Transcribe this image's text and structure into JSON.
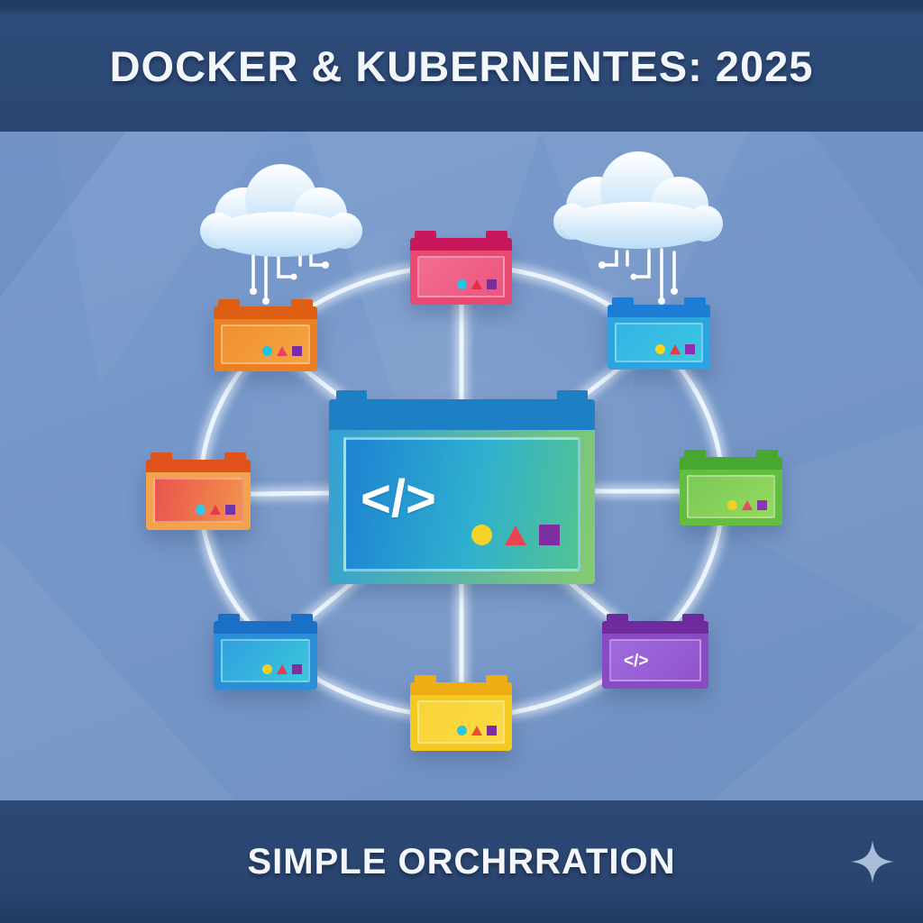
{
  "header": {
    "title": "DOCKER & KUBERNENTES: 2025"
  },
  "footer": {
    "subtitle": "SIMPLE ORCHRRATION",
    "sparkle_icon": "four-point-star"
  },
  "colors": {
    "banner_navy": "#2b4671",
    "background_blue": "#7596c8",
    "connector_white": "#ffffff",
    "cloud_light": "#eaf5fd"
  },
  "icons": {
    "cloud_left": "cloud-icon",
    "cloud_right": "cloud-icon",
    "circuit_traces": "circuit-lines-with-dots",
    "sparkle": "four-point-star-icon"
  },
  "diagram": {
    "topology": "central hub container connected by 8 glowing spokes and an outer glowing ring to 8 container nodes",
    "center_node": {
      "name": "central-container",
      "code_glyph": "</>",
      "bar_color": "#1d7fc4",
      "body_gradient": [
        "#2f9fd8",
        "#86cb70"
      ],
      "shapes": [
        {
          "shape": "circle",
          "color": "#f4d327"
        },
        {
          "shape": "triangle",
          "color": "#ee4350"
        },
        {
          "shape": "square",
          "color": "#7c2fa0"
        }
      ]
    },
    "nodes": [
      {
        "position": "top",
        "color_name": "pink",
        "bar_color": "#c9175c",
        "body_color": "#ee5a82",
        "shapes": [
          {
            "shape": "circle",
            "color": "#27c3e0"
          },
          {
            "shape": "triangle",
            "color": "#e03048"
          },
          {
            "shape": "square",
            "color": "#7c2d94"
          }
        ]
      },
      {
        "position": "top-left",
        "color_name": "orange",
        "bar_color": "#de5f14",
        "body_color": "#f08c2e",
        "shapes": [
          {
            "shape": "circle",
            "color": "#22c5e0"
          },
          {
            "shape": "triangle",
            "color": "#e8455c"
          },
          {
            "shape": "square",
            "color": "#7a2da2"
          }
        ]
      },
      {
        "position": "top-right",
        "color_name": "blue",
        "bar_color": "#1d7cd3",
        "body_color": "#33b0e4",
        "shapes": [
          {
            "shape": "circle",
            "color": "#f5d51e"
          },
          {
            "shape": "triangle",
            "color": "#e23b4c"
          },
          {
            "shape": "square",
            "color": "#8c2fae"
          }
        ]
      },
      {
        "position": "left",
        "color_name": "red-orange",
        "bar_color": "#e0511c",
        "body_color": "#ee6a4c",
        "shapes": [
          {
            "shape": "circle",
            "color": "#32c8ea"
          },
          {
            "shape": "triangle",
            "color": "#e23c4c"
          },
          {
            "shape": "square",
            "color": "#7334a8"
          }
        ]
      },
      {
        "position": "right",
        "color_name": "green",
        "bar_color": "#48a72e",
        "body_color": "#84ce58",
        "shapes": [
          {
            "shape": "circle",
            "color": "#f2d11e"
          },
          {
            "shape": "triangle",
            "color": "#e74a64"
          },
          {
            "shape": "square",
            "color": "#8838b4"
          }
        ]
      },
      {
        "position": "bottom-left",
        "color_name": "blue-cyan",
        "bar_color": "#1a70c6",
        "body_color": "#33a6de",
        "shapes": [
          {
            "shape": "circle",
            "color": "#f4d01c"
          },
          {
            "shape": "triangle",
            "color": "#e53b4e"
          },
          {
            "shape": "square",
            "color": "#7e2f9e"
          }
        ]
      },
      {
        "position": "bottom",
        "color_name": "yellow",
        "bar_color": "#eead12",
        "body_color": "#f8d437",
        "shapes": [
          {
            "shape": "circle",
            "color": "#2cc5e2"
          },
          {
            "shape": "triangle",
            "color": "#e7512f"
          },
          {
            "shape": "square",
            "color": "#7c2da0"
          }
        ]
      },
      {
        "position": "bottom-right",
        "color_name": "purple",
        "bar_color": "#6f2b9e",
        "body_color": "#9a63d6",
        "code_glyph": "</>",
        "shapes": []
      }
    ]
  }
}
